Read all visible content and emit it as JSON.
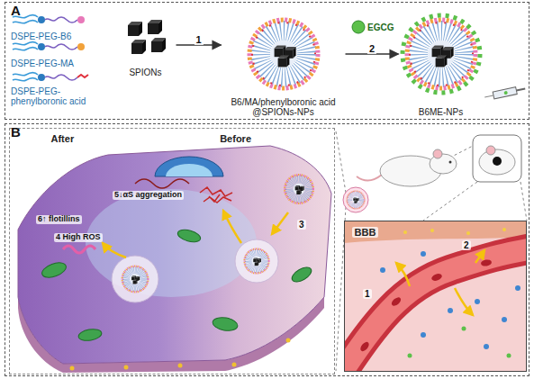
{
  "diagram": {
    "nodes": [
      {
        "text": [
          "A"
        ]
      },
      {
        "text": [
          "SPIONs"
        ],
        "in": 0
      },
      {
        "text": [
          "B6/MA/phenylboronic acid @SPIONs-NPs"
        ],
        "in": 0
      },
      {
        "text": [
          "B6ME-NPs"
        ],
        "in": 0
      },
      {
        "text": [
          "B"
        ]
      },
      {
        "text": [
          "After",
          "Before"
        ],
        "in": 4
      },
      {
        "text": [
          "BBB"
        ],
        "in": 4
      }
    ],
    "edges": [
      {
        "from": 1,
        "to": 2,
        "label": "1",
        "arrow": "to"
      },
      {
        "from": 2,
        "to": 3,
        "label": "2",
        "arrow": "to"
      }
    ],
    "labels": [
      "DSPE-PEG-B6",
      "DSPE-PEG-MA",
      "DSPE-PEG-phenylboronic acid",
      "EGCG",
      "3",
      "4 High ROS",
      "5↓αS aggregation",
      "6↑ flotillins",
      "1",
      "2"
    ]
  }
}
